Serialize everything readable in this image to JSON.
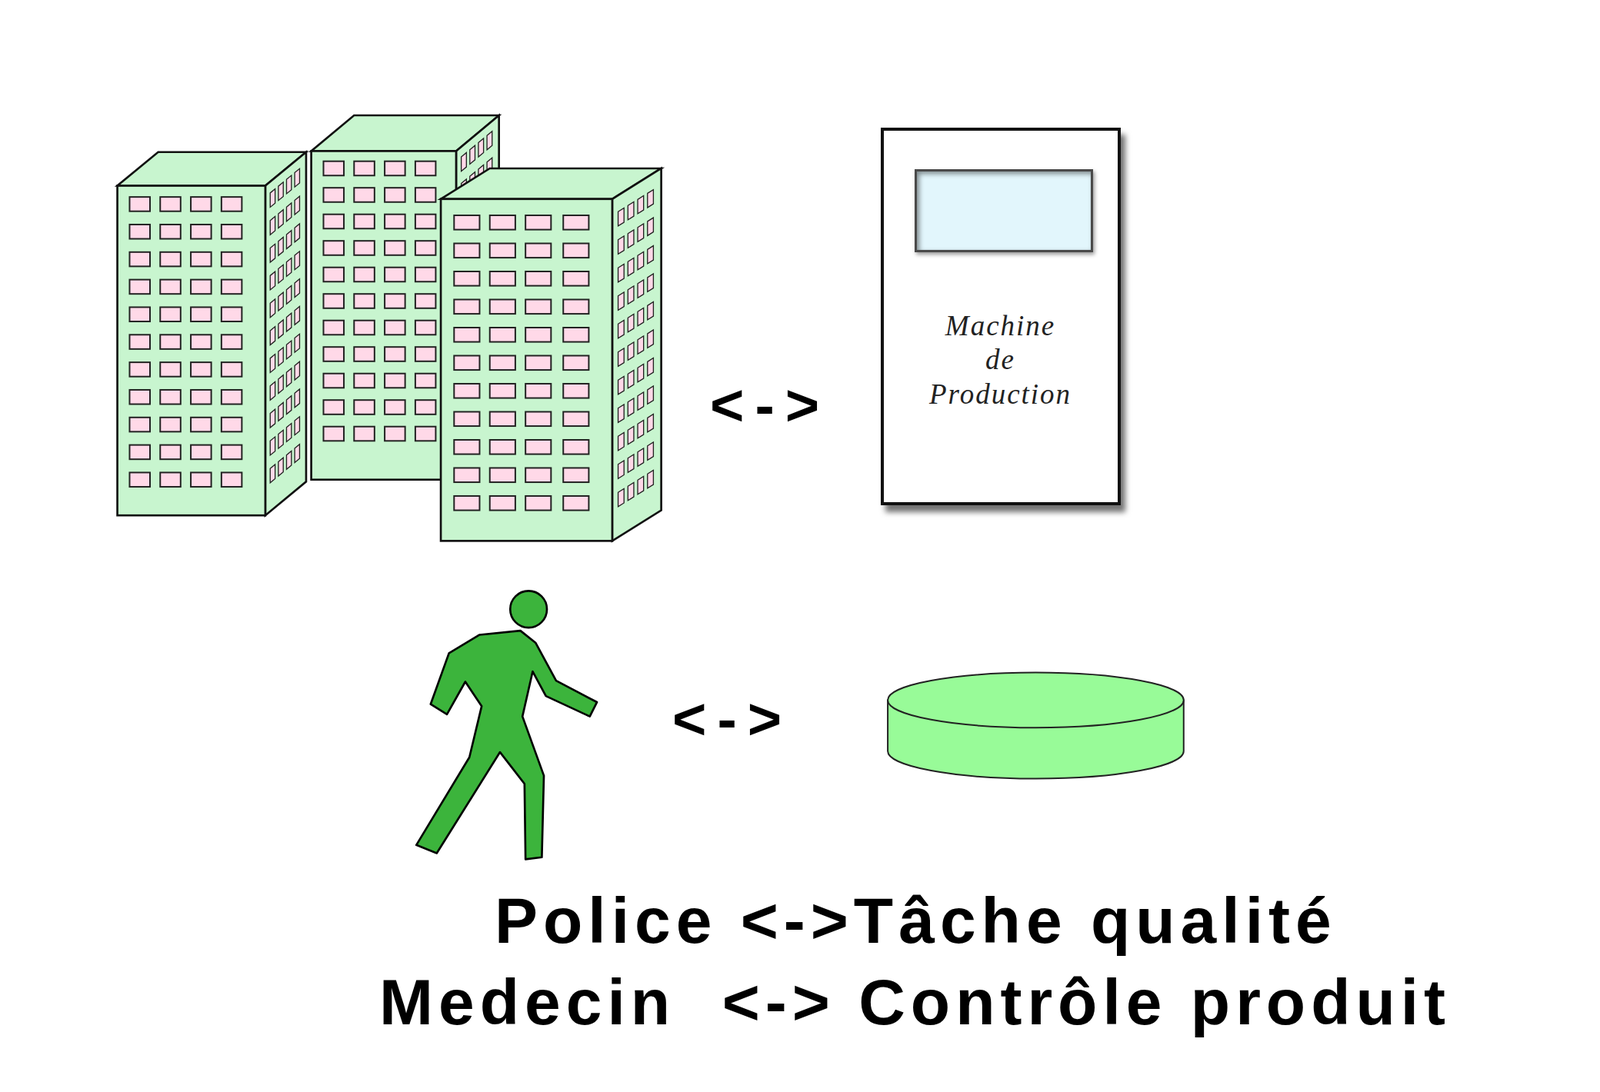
{
  "diagram": {
    "nodes": [
      {
        "text": [
          "Machine de Production"
        ]
      }
    ],
    "labels": [
      "<->",
      "<->",
      "Police <->Tâche qualité",
      "Medecin  <-> Contrôle produit"
    ]
  }
}
